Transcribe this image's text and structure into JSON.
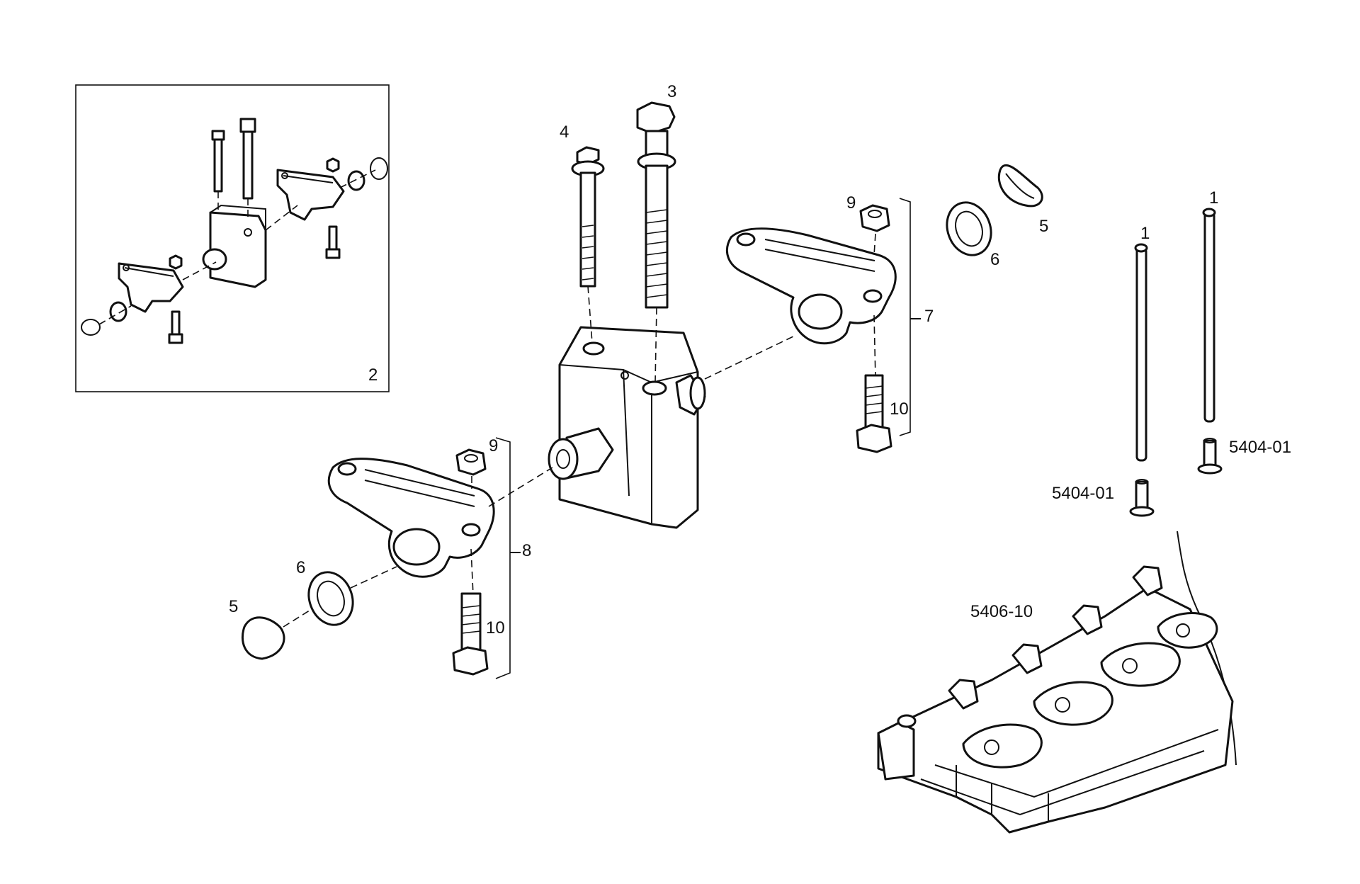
{
  "callouts": {
    "pushrod_left": "1",
    "pushrod_right": "1",
    "assembly_inset": "2",
    "bolt_long": "3",
    "bolt_short": "4",
    "circlip_right": "5",
    "circlip_left": "5",
    "washer_right": "6",
    "washer_left": "6",
    "rocker_set_right": "7",
    "rocker_set_left": "8",
    "nut_right": "9",
    "nut_left": "9",
    "adjust_screw_right": "10",
    "adjust_screw_left": "10",
    "tappet_left": "5404-01",
    "tappet_right": "5404-01",
    "cylinder_head": "5406-10"
  }
}
